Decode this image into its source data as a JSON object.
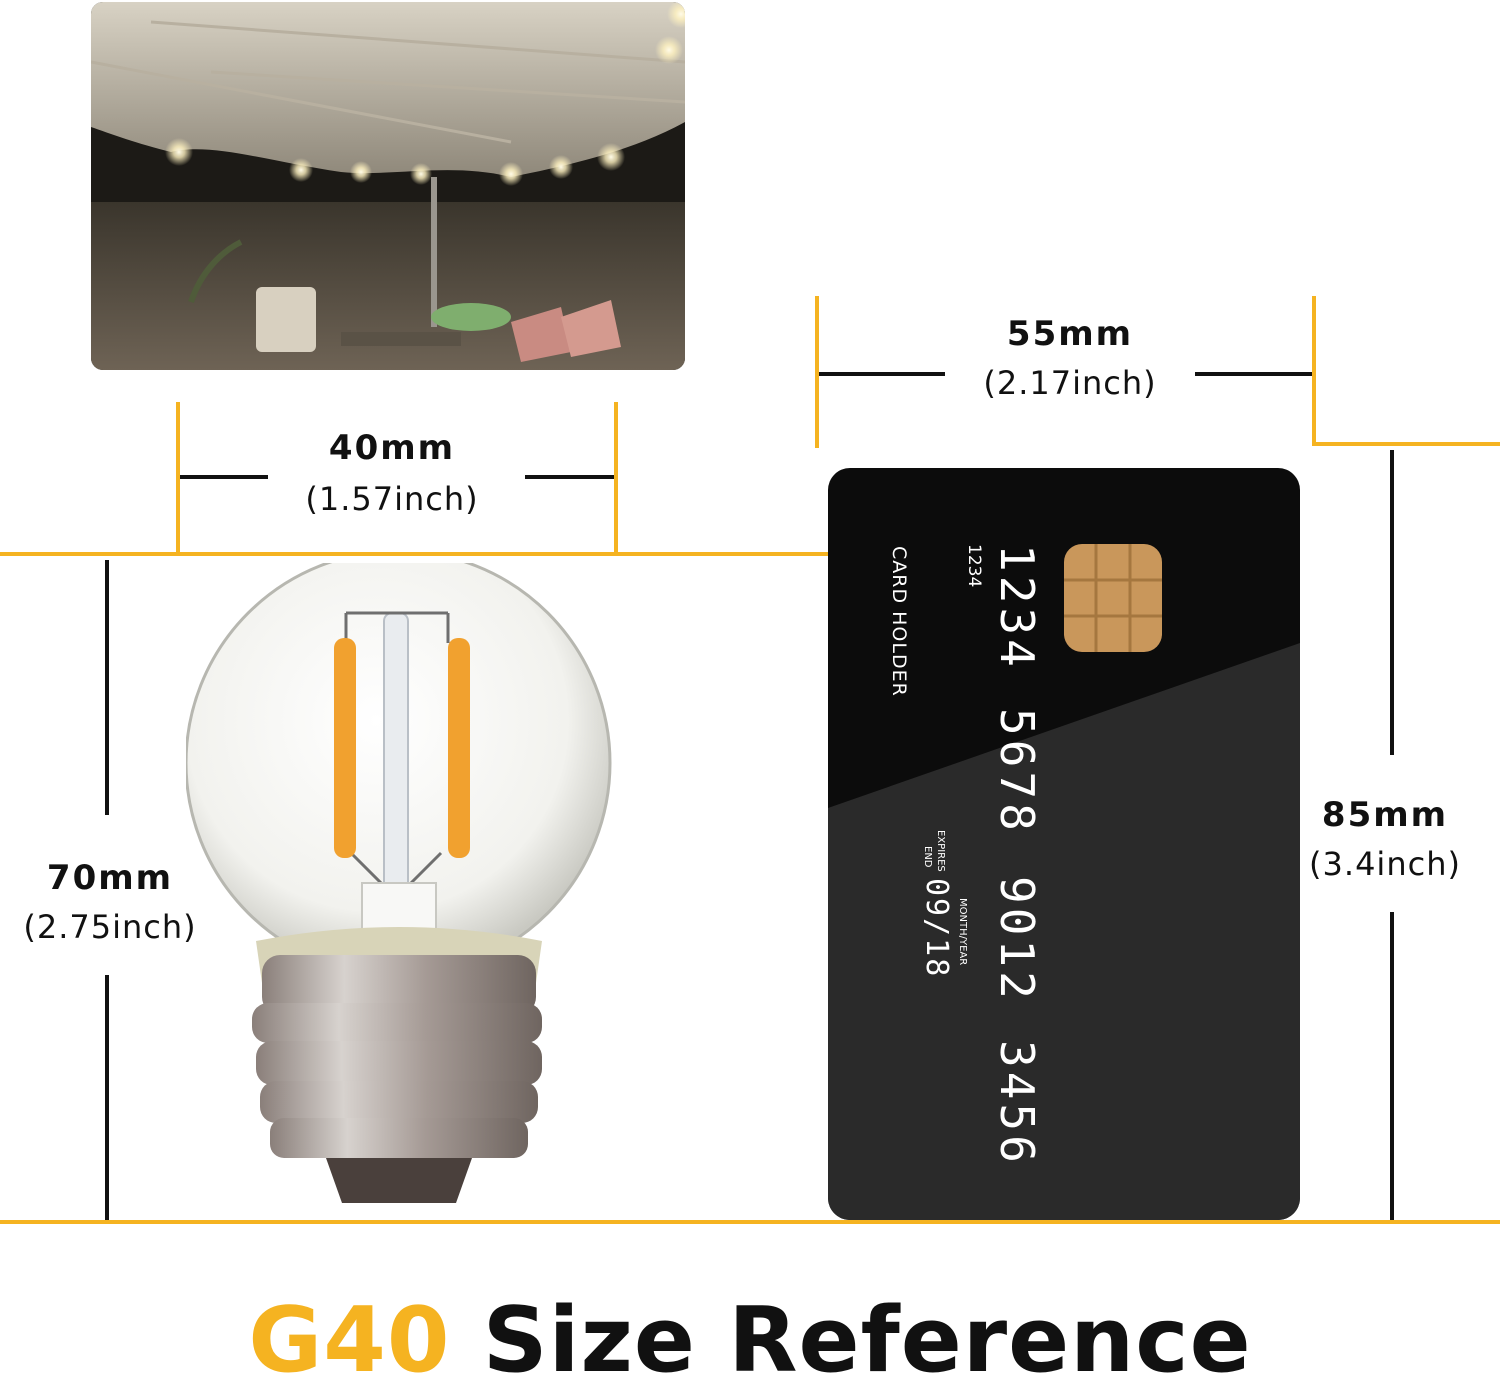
{
  "colors": {
    "accent": "#f5b321",
    "line": "#111111",
    "card": "#0c0c0c",
    "chip": "#c9975b"
  },
  "bulb_width": {
    "mm": "40mm",
    "inch": "(1.57inch)"
  },
  "bulb_height": {
    "mm": "70mm",
    "inch": "(2.75inch)"
  },
  "card_width": {
    "mm": "55mm",
    "inch": "(2.17inch)"
  },
  "card_height": {
    "mm": "85mm",
    "inch": "(3.4inch)"
  },
  "credit_card": {
    "holder_label": "CARD HOLDER",
    "small_number": "1234",
    "number_groups": [
      "1234",
      "5678",
      "9012",
      "3456"
    ],
    "expires_label": "EXPIRES",
    "end_label": "END",
    "month_year_label": "MONTH/YEAR",
    "expiry": "09/18"
  },
  "title": {
    "accent": "G40",
    "rest": "Size Reference"
  }
}
